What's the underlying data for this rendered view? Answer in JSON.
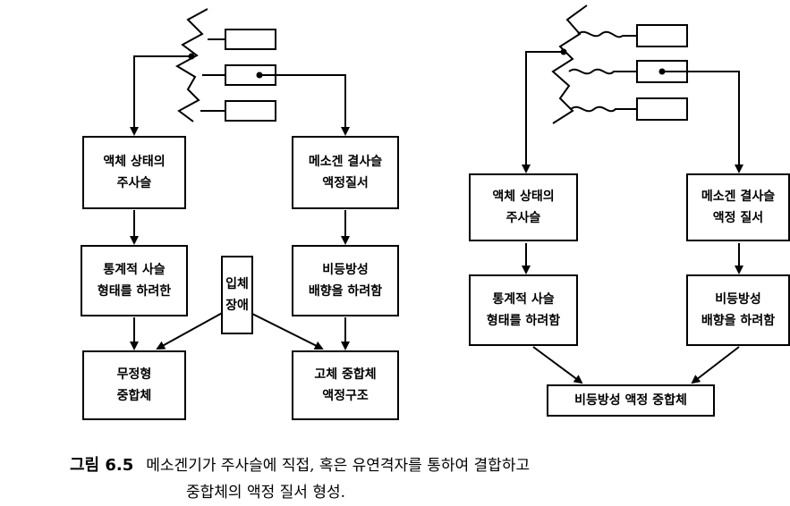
{
  "left_diagram": {
    "liquid_main_chain": "액체 상태의\n주사슬",
    "mesogen_side_chain": "메소겐 결사슬\n액정질서",
    "statistical_coil": "통계적 사슬\n형태를 하려한",
    "solid_barrier": "입체\n장애",
    "anisotropic_align": "비등방성\n배향을 하려함",
    "amorphous_polymer": "무정형\n중합체",
    "solid_lc_structure": "고체 중합체\n액정구조"
  },
  "right_diagram": {
    "liquid_main_chain": "액체 상태의\n주사슬",
    "mesogen_side_chain": "메소겐 결사슬\n액정 질서",
    "statistical_coil": "통계적 사슬\n형태를 하려함",
    "anisotropic_align": "비등방성\n배향을 하려함",
    "anisotropic_lc_polymer": "비등방성 액정 중합체"
  },
  "caption": {
    "label": "그림 6.5",
    "line1": "메소겐기가 주사슬에 직접, 혹은 유연격자를 통하여 결합하고",
    "line2": "중합체의 액정 질서 형성."
  }
}
